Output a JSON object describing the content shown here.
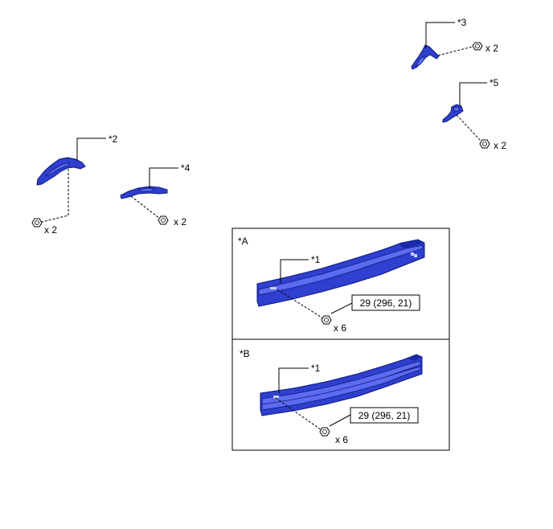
{
  "parts": {
    "p1": "*1",
    "p2": "*2",
    "p3": "*3",
    "p4": "*4",
    "p5": "*5"
  },
  "quantities": {
    "q2": "x 2",
    "q6": "x 6"
  },
  "views": {
    "A": "*A",
    "B": "*B"
  },
  "torque": {
    "A": "29 (296, 21)",
    "B": "29 (296, 21)"
  },
  "colors": {
    "part": "#2f3fd0",
    "outline": "#0d1a7a"
  },
  "icons": [
    "bolt-icon",
    "bumper-reinforcement",
    "bracket"
  ]
}
